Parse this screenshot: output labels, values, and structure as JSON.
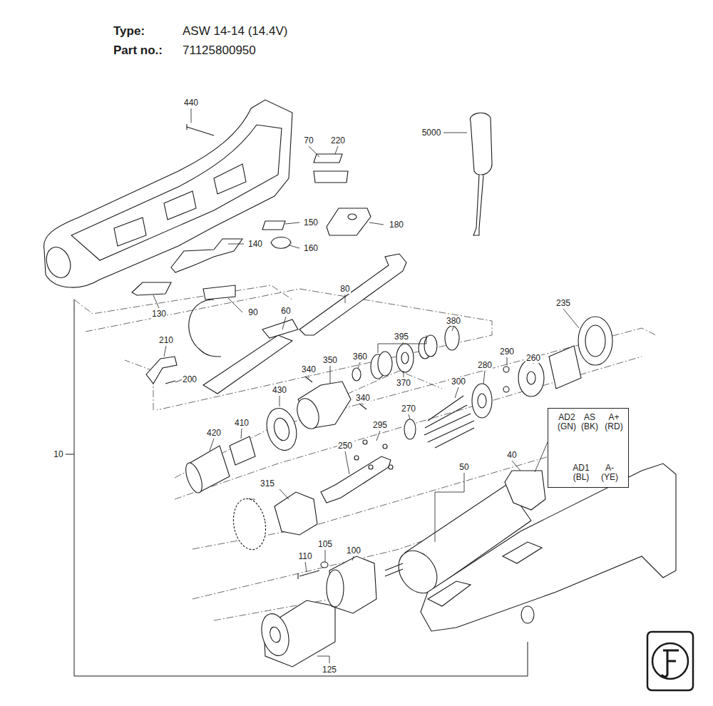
{
  "diagram": {
    "nodes": [
      {
        "text": [
          "AD2 (GN)",
          "AS (BK)",
          "A+ (RD)",
          "AD1 (BL)",
          "A- (YE)"
        ]
      }
    ],
    "labels": [
      "Type:",
      "ASW 14-14 (14.4V)",
      "Part no.:",
      "71125800950",
      "440",
      "70",
      "220",
      "5000",
      "150",
      "180",
      "140",
      "160",
      "80",
      "90",
      "130",
      "60",
      "380",
      "395",
      "235",
      "210",
      "200",
      "360",
      "370",
      "260",
      "290",
      "340",
      "350",
      "280",
      "430",
      "340",
      "300",
      "270",
      "410",
      "295",
      "420",
      "250",
      "10",
      "315",
      "40",
      "50",
      "105",
      "100",
      "110",
      "125"
    ]
  }
}
